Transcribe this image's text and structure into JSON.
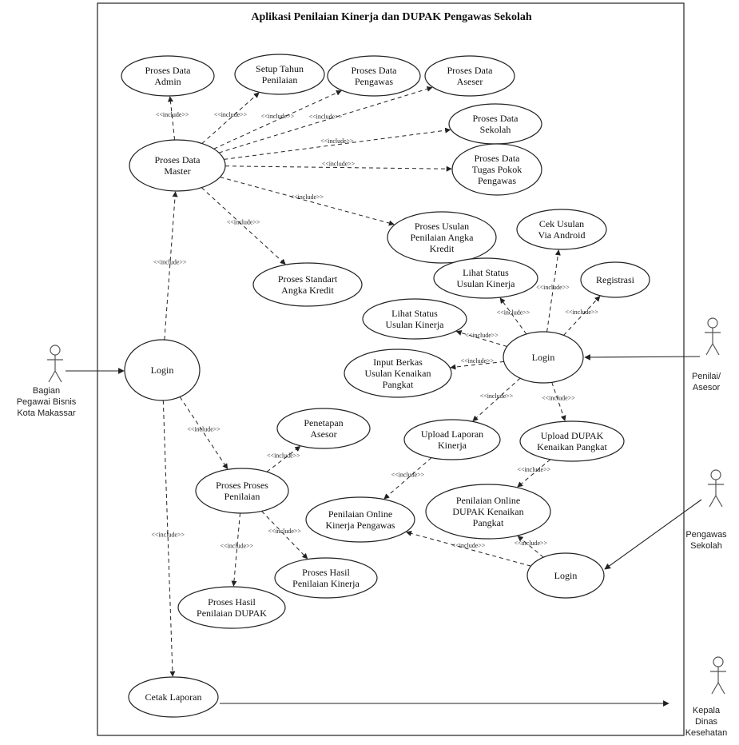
{
  "title": "Aplikasi Penilaian Kinerja dan DUPAK Pengawas Sekolah",
  "stereotype": "<<include>>",
  "use_cases": {
    "proses_data_admin": [
      "Proses Data",
      "Admin"
    ],
    "setup_tahun_penilaian": [
      "Setup Tahun",
      "Penilaian"
    ],
    "proses_data_pengawas": [
      "Proses Data",
      "Pengawas"
    ],
    "proses_data_asesor": [
      "Proses Data",
      "Aseser"
    ],
    "proses_data_sekolah": [
      "Proses Data",
      "Sekolah"
    ],
    "proses_data_master": [
      "Proses Data",
      "Master"
    ],
    "proses_data_tugas_pokok": [
      "Proses Data",
      "Tugas Pokok",
      "Pengawas"
    ],
    "proses_usulan_penilaian_angka_kredit": [
      "Proses Usulan",
      "Penilaian Angka",
      "Kredit"
    ],
    "cek_usulan_via_android": [
      "Cek Usulan",
      "Via Android"
    ],
    "proses_standart_angka_kredit": [
      "Proses Standart",
      "Angka Kredit"
    ],
    "lihat_status_usulan_kinerja_1": [
      "Lihat Status",
      "Usulan Kinerja"
    ],
    "registrasi": [
      "Registrasi"
    ],
    "lihat_status_usulan_kinerja_2": [
      "Lihat Status",
      "Usulan Kinerja"
    ],
    "login_admin": [
      "Login"
    ],
    "login_penilai": [
      "Login"
    ],
    "input_berkas_usulan_kenaikan_pangkat": [
      "Input Berkas",
      "Usulan Kenaikan",
      "Pangkat"
    ],
    "penetapan_asesor": [
      "Penetapan",
      "Asesor"
    ],
    "upload_laporan_kinerja": [
      "Upload Laporan",
      "Kinerja"
    ],
    "upload_dupak_kenaikan_pangkat": [
      "Upload DUPAK",
      "Kenaikan Pangkat"
    ],
    "proses_proses_penilaian": [
      "Proses Proses",
      "Penilaian"
    ],
    "penilaian_online_kinerja_pengawas": [
      "Penilaian Online",
      "Kinerja Pengawas"
    ],
    "penilaian_online_dupak_kenaikan_pangkat": [
      "Penilaian Online",
      "DUPAK Kenaikan",
      "Pangkat"
    ],
    "proses_hasil_penilaian_kinerja": [
      "Proses Hasil",
      "Penilaian Kinerja"
    ],
    "login_pengawas": [
      "Login"
    ],
    "proses_hasil_penilaian_dupak": [
      "Proses Hasil",
      "Penilaian DUPAK"
    ],
    "cetak_laporan": [
      "Cetak Laporan"
    ]
  },
  "actors": {
    "bagian_kepegawaian": [
      "Bagian",
      "Pegawai Bisnis",
      "Kota Makassar"
    ],
    "penilai_asesor": [
      "Penilai/",
      "Asesor"
    ],
    "pengawas_sekolah": [
      "Pengawas",
      "Sekolah"
    ],
    "kepala_dinas": [
      "Kepala",
      "Dinas",
      "Kesehatan"
    ]
  }
}
